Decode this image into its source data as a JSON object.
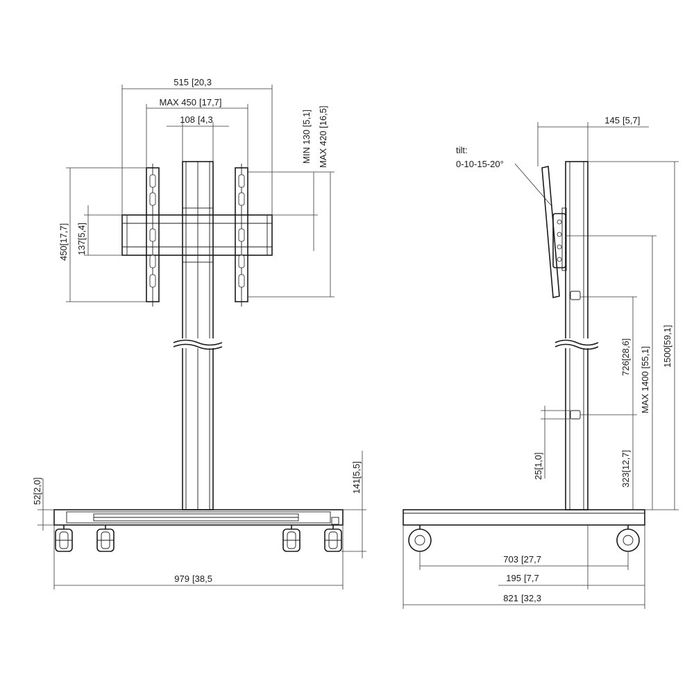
{
  "front_view": {
    "width_overall": "515",
    "width_overall_in": "20,3",
    "max_450": "MAX 450",
    "max_450_in": "[17,7]",
    "column_108": "108",
    "column_108_in": "4,3",
    "min_130": "MIN 130",
    "min_130_in": "[5,1]",
    "max_420": "MAX 420",
    "max_420_in": "[16,5]",
    "height_450": "450",
    "height_450_in": "17,7",
    "height_137": "137",
    "height_137_in": "5,4",
    "base_52": "52",
    "base_52_in": "2,0",
    "base_141": "141",
    "base_141_in": "5,5",
    "base_979": "979",
    "base_979_in": "38,5"
  },
  "side_view": {
    "offset_145": "145",
    "offset_145_in": "5,7",
    "tilt_label": "tilt:",
    "tilt_values": "0-10-15-20°",
    "height_1500": "1500",
    "height_1500_in": "59,1",
    "max_1400": "MAX 1400",
    "max_1400_in": "[55,1]",
    "adj_726": "726",
    "adj_726_in": "28,6",
    "adj_323": "323",
    "adj_323_in": "12,7",
    "step_25": "25",
    "step_25_in": "1,0",
    "wheelbase_703": "703",
    "wheelbase_703_in": "27,7",
    "offset_195": "195",
    "offset_195_in": "7,7",
    "depth_821": "821",
    "depth_821_in": "32,3"
  }
}
